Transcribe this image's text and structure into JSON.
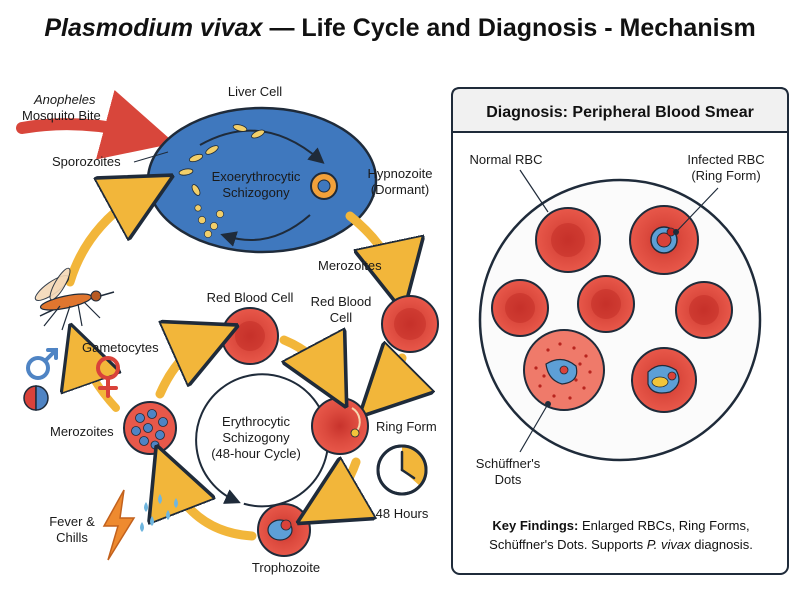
{
  "title": {
    "species": "Plasmodium vivax",
    "rest": "— Life Cycle and Diagnosis - Mechanism"
  },
  "colors": {
    "rbc": "#d9423a",
    "rbc_light": "#ef7a6a",
    "liver": "#3f78be",
    "arrow_gold": "#f2b63a",
    "arrow_red": "#d8463b",
    "mosquito": "#e0762f",
    "bolt": "#ee8a2f",
    "drops": "#6fb6df",
    "stroke": "#1f2b3a"
  },
  "icons": {
    "mosquito": "mosquito-icon",
    "clock": "clock-icon",
    "male": "male-symbol-icon",
    "female": "female-symbol-icon",
    "fever": "lightning-bolt-icon",
    "chills": "water-drops-icon"
  },
  "life_cycle": {
    "mosquito_species": "Anopheles",
    "mosquito_bite": "Mosquito Bite",
    "liver_cell": "Liver Cell",
    "sporozoites": "Sporozoites",
    "exo_line1": "Exoerythrocytic",
    "exo_line2": "Schizogony",
    "hypno_line1": "Hypnozoite",
    "hypno_line2": "(Dormant)",
    "merozoites_liver": "Merozoites",
    "rbc_top": "Red Blood Cell",
    "rbc_right_line1": "Red Blood",
    "rbc_right_line2": "Cell",
    "ring_form": "Ring Form",
    "hours": "48 Hours",
    "trophozoite": "Trophozoite",
    "merozoites_blood": "Merozoites",
    "gametocytes": "Gametocytes",
    "fever_line1": "Fever &",
    "fever_line2": "Chills",
    "ery_line1": "Erythrocytic",
    "ery_line2": "Schizogony",
    "ery_line3": "(48-hour Cycle)"
  },
  "diagnosis": {
    "title": "Diagnosis: Peripheral Blood Smear",
    "normal_rbc": "Normal RBC",
    "infected_line1": "Infected RBC",
    "infected_line2": "(Ring Form)",
    "schuffner_line1": "Schüffner's",
    "schuffner_line2": "Dots",
    "findings_label": "Key Findings:",
    "findings_text1": "Enlarged RBCs, Ring Forms,",
    "findings_text2": "Schüffner's Dots. Supports",
    "findings_species": "P. vivax",
    "findings_end": "diagnosis."
  }
}
